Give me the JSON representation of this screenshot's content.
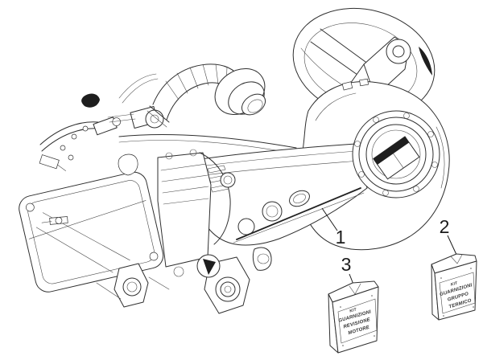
{
  "diagram": {
    "kind": "engine-parts-line-drawing",
    "background": "#ffffff",
    "line_color": "#2f2f2f"
  },
  "callouts": [
    {
      "label": "1"
    },
    {
      "label": "2"
    },
    {
      "label": "3"
    }
  ],
  "packets": [
    {
      "callout": "2",
      "lines": [
        "KIT",
        "GUARNIZIONI",
        "GRUPPO",
        "TERMICO"
      ]
    },
    {
      "callout": "3",
      "lines": [
        "KIT",
        "GUARNIZIONI",
        "REVISIONE",
        "MOTORE"
      ]
    }
  ]
}
